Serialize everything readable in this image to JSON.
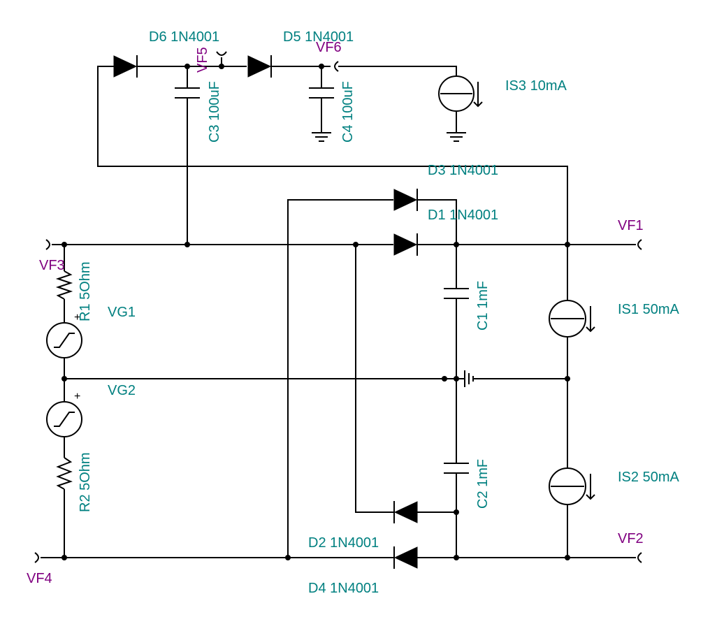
{
  "colors": {
    "wire": "#000000",
    "component_label": "#008080",
    "probe_label": "#800080"
  },
  "components": {
    "d6": "D6 1N4001",
    "d5": "D5 1N4001",
    "d3": "D3 1N4001",
    "d1": "D1 1N4001",
    "d2": "D2 1N4001",
    "d4": "D4 1N4001",
    "c3": "C3 100uF",
    "c4": "C4 100uF",
    "c1": "C1 1mF",
    "c2": "C2 1mF",
    "r1": "R1 5Ohm",
    "r2": "R2 5Ohm",
    "is3": "IS3 10mA",
    "is1": "IS1 50mA",
    "is2": "IS2 50mA",
    "vg1": "VG1",
    "vg2": "VG2",
    "vg_polarity": "+"
  },
  "probes": {
    "vf1": "VF1",
    "vf2": "VF2",
    "vf3": "VF3",
    "vf4": "VF4",
    "vf5": "VF5",
    "vf6": "VF6"
  },
  "icons": [
    "diode-icon",
    "capacitor-icon",
    "resistor-icon",
    "current-source-icon",
    "voltage-generator-icon",
    "ground-icon",
    "probe-icon",
    "junction-dot-icon"
  ]
}
